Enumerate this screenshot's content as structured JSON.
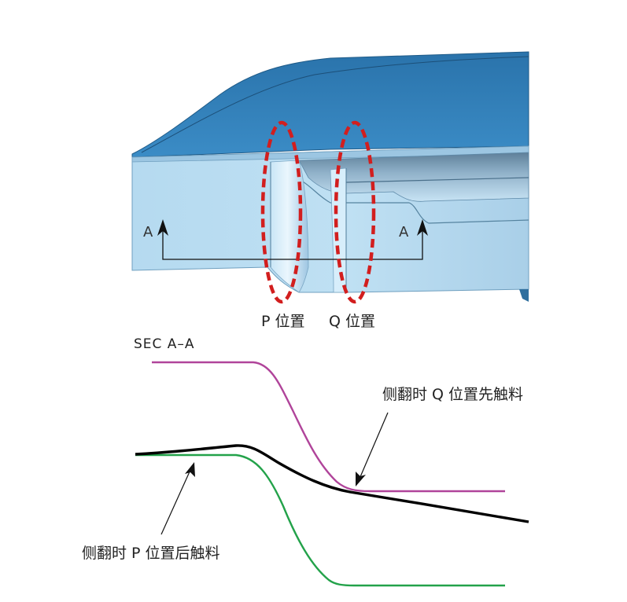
{
  "section_marks": {
    "left": "A",
    "right": "A"
  },
  "positions": {
    "p": "P 位置",
    "q": "Q 位置"
  },
  "section_title": "SEC  A–A",
  "annotations": {
    "q_first": "侧翻时 Q 位置先触料",
    "p_later": "侧翻时 P 位置后触料"
  },
  "colors": {
    "panel_top": "#2f7fb8",
    "panel_face": "#b9ddf1",
    "highlight_ellipse": "#d21e1e",
    "upper_profile": "#b0449a",
    "part_profile": "#000000",
    "lower_profile": "#23a24a"
  }
}
